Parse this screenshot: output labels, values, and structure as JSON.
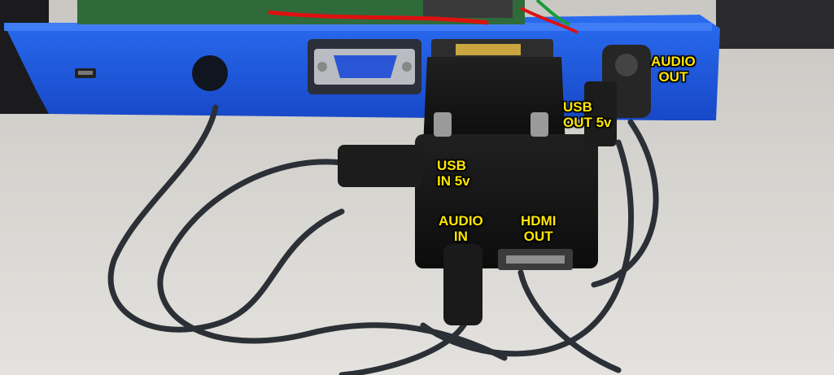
{
  "labels": {
    "audio_out": {
      "line1": "AUDIO",
      "line2": "OUT"
    },
    "usb_out": {
      "line1": "USB",
      "line2": "OUT 5v"
    },
    "usb_in": {
      "line1": "USB",
      "line2": "IN 5v"
    },
    "audio_in": {
      "line1": "AUDIO",
      "line2": "IN"
    },
    "hdmi_out": {
      "line1": "HDMI",
      "line2": "OUT"
    }
  },
  "colors": {
    "enclosure": "#1f5fe0",
    "adapter": "#141414",
    "cable": "#2b2f36",
    "table": "#d9d7d2",
    "label": "#ffe600"
  }
}
